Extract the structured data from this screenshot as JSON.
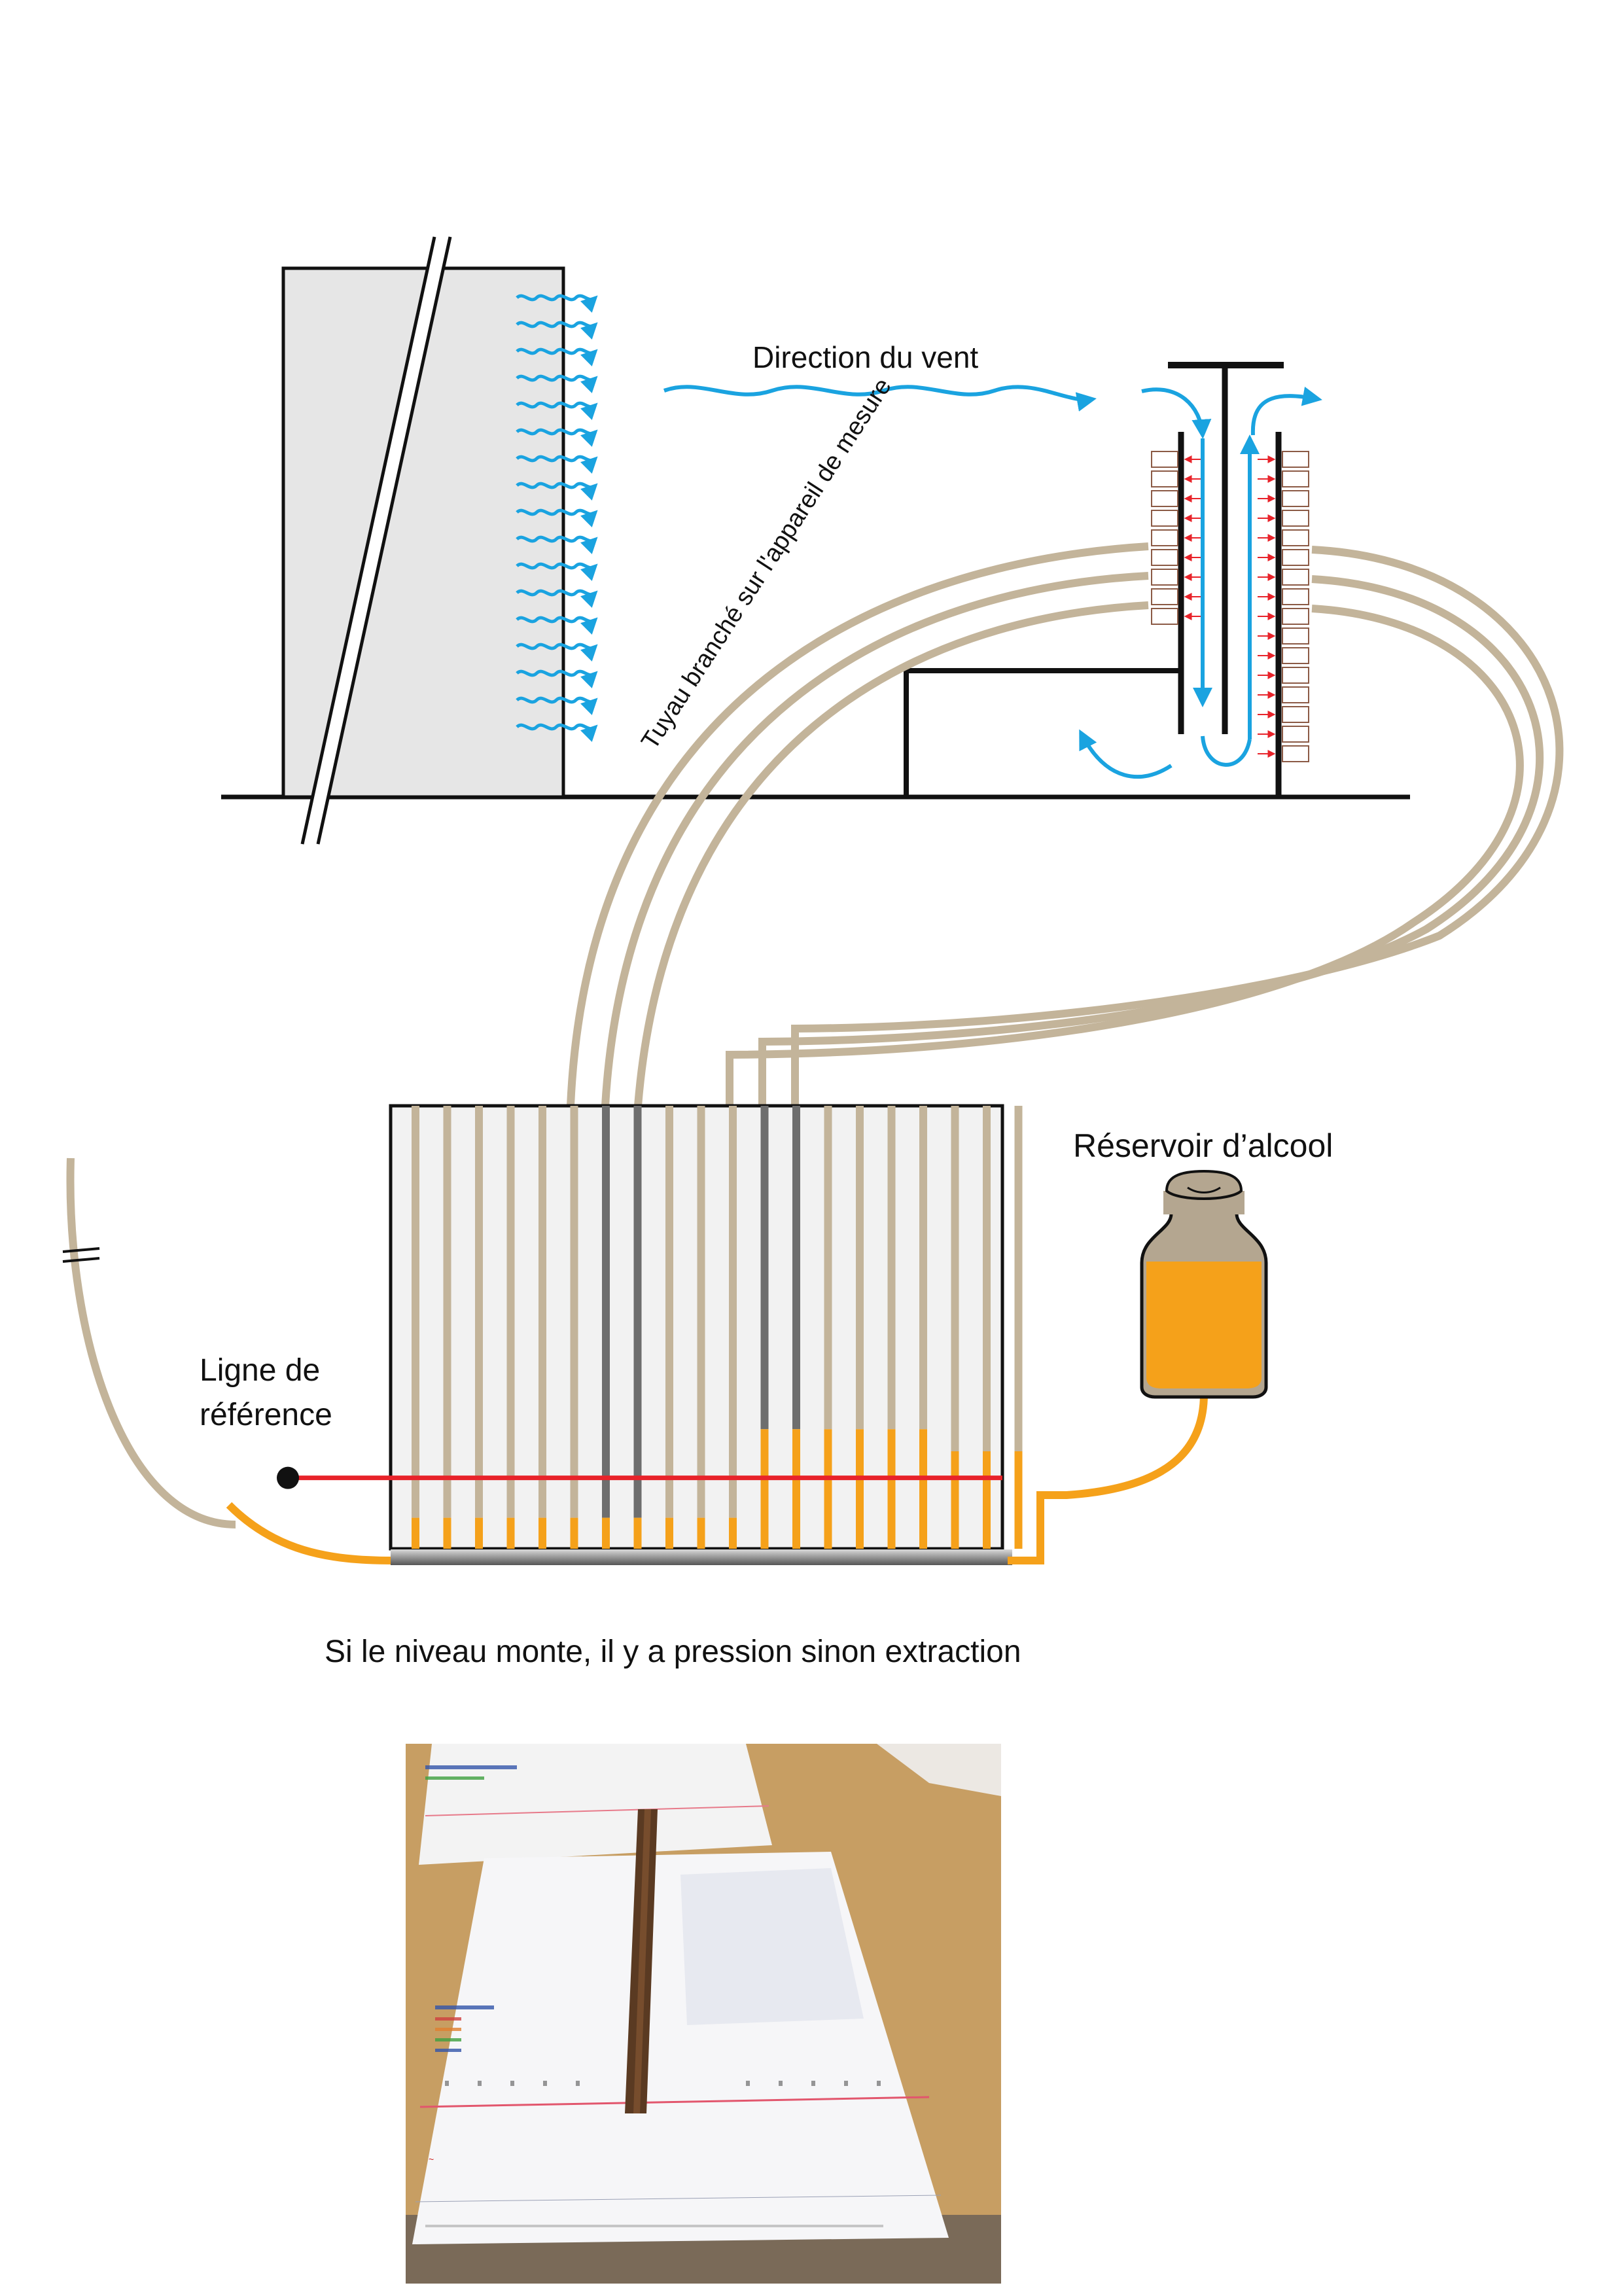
{
  "labels": {
    "wind_direction": "Direction du vent",
    "hose": "Tuyau branché sur l'appareil de mesure",
    "reservoir": "Réservoir d’alcool",
    "reference_line_1": "Ligne de",
    "reference_line_2": "référence",
    "caption": "Si le niveau monte, il y a pression sinon extraction"
  },
  "colors": {
    "wind": "#1aa3e0",
    "hose": "#c3b49a",
    "alcohol": "#f5a11a",
    "reference": "#e8232a",
    "pressure_arrow": "#e8232a",
    "building_fill": "#e6e6e6",
    "dark_tube": "#6e6e6e",
    "panel_fill": "#f2f2f2"
  },
  "manometer": {
    "tube_levels": [
      0.07,
      0.07,
      0.07,
      0.07,
      0.07,
      0.07,
      0.07,
      0.07,
      0.07,
      0.07,
      0.07,
      0.27,
      0.27,
      0.27,
      0.27,
      0.27,
      0.27,
      0.22,
      0.22,
      0.22
    ],
    "dark_tubes": [
      6,
      7,
      11,
      12
    ],
    "reference_level": 0.16
  },
  "photo": {
    "icons": [
      "ruler",
      "paper-sheet",
      "table"
    ]
  }
}
